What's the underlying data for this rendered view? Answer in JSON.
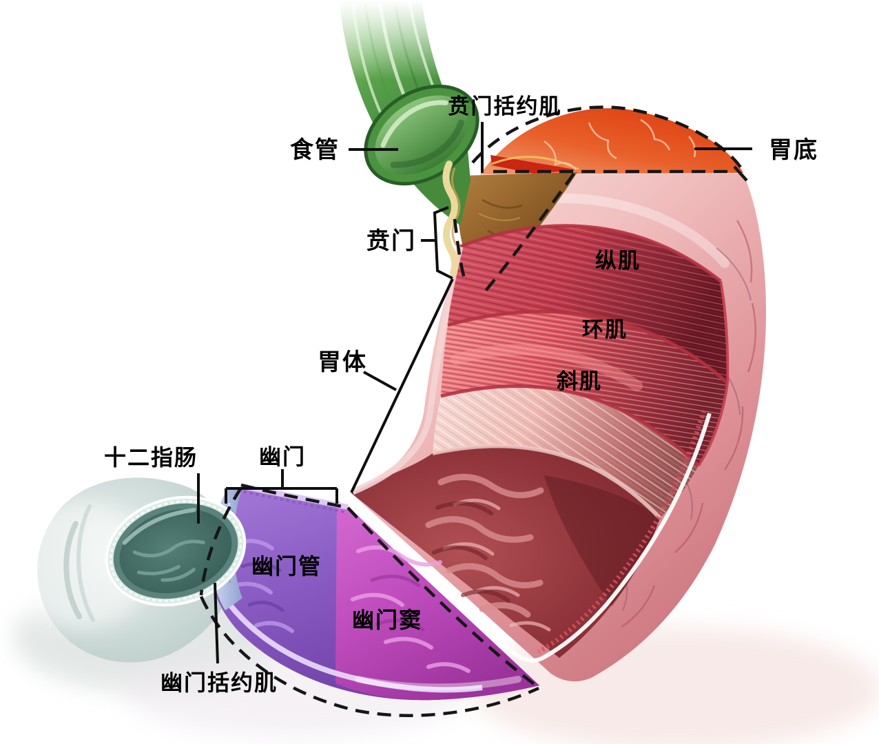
{
  "figure": {
    "type": "anatomical-diagram",
    "subject": "stomach cross-section with labeled regions",
    "background_color": "#ffffff"
  },
  "labels": {
    "esophagus": "食管",
    "cardiac_sphincter": "贲门括约肌",
    "fundus": "胃底",
    "cardia": "贲门",
    "longitudinal_muscle": "纵肌",
    "circular_muscle": "环肌",
    "oblique_muscle": "斜肌",
    "gastric_body": "胃体",
    "duodenum": "十二指肠",
    "pylorus": "幽门",
    "pyloric_canal": "幽门管",
    "pyloric_antrum": "幽门窦",
    "pyloric_sphincter": "幽门括约肌"
  },
  "palette": {
    "esophagus_green": "#55a047",
    "cardia_brown": "#8a5a26",
    "cardia_sphincter_cream": "#ecd99e",
    "fundus_orange": "#e05320",
    "fundus_red_patch": "#cc2512",
    "serosa_pink": "#eeb4b6",
    "longitudinal_muscle_red": "#c23c4e",
    "circular_muscle_red": "#e05a64",
    "oblique_muscle_pink": "#eebbb4",
    "interior_maroon": "#8c3138",
    "antrum_magenta": "#bf4cbd",
    "canal_purple": "#8a5cc4",
    "pyloric_sphincter_blue": "#aebadd",
    "duodenum_teal": "#4f7a72",
    "outline_black": "#161616",
    "label_color": "#000000"
  }
}
